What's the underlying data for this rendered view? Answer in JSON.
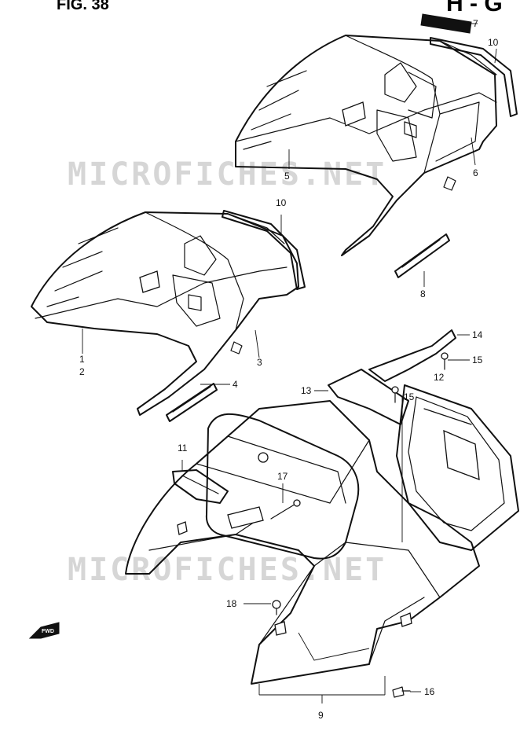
{
  "figure": {
    "title": "FIG. 38",
    "corner_mark": "H - G"
  },
  "watermark": {
    "text": "MICROFICHES.NET"
  },
  "fwd_marker": {
    "label": "FWD"
  },
  "callouts": {
    "p1": "1",
    "p2": "2",
    "p3": "3",
    "p4": "4",
    "p5": "5",
    "p6": "6",
    "p7": "7",
    "p8": "8",
    "p9": "9",
    "p10a": "10",
    "p10b": "10",
    "p11": "11",
    "p12": "12",
    "p13": "13",
    "p14": "14",
    "p15a": "15",
    "p15b": "15",
    "p16": "16",
    "p17": "17",
    "p18": "18"
  }
}
